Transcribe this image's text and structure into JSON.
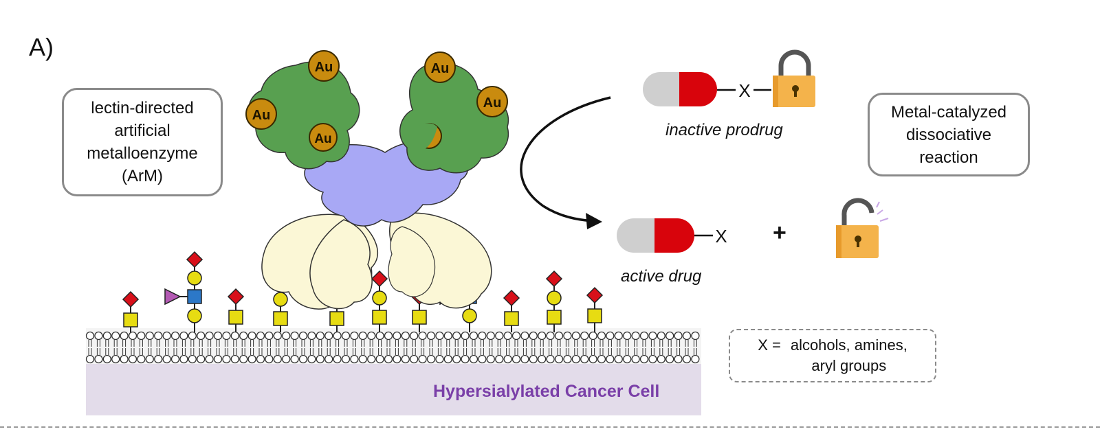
{
  "panel_label": "A)",
  "arm_box": {
    "line1": "lectin-directed",
    "line2": "artificial",
    "line3": "metalloenzyme",
    "line4": "(ArM)"
  },
  "reaction_box": {
    "line1": "Metal-catalyzed",
    "line2": "dissociative",
    "line3": "reaction"
  },
  "prodrug_label": "inactive prodrug",
  "drug_label": "active drug",
  "linker_symbol": "X",
  "plus_sign": "+",
  "x_definition": {
    "prefix": "X =",
    "line1": "alcohols, amines,",
    "line2": "aryl groups"
  },
  "cell_label": "Hypersialylated Cancer Cell",
  "metal_label": "Au",
  "colors": {
    "lectin_green": "#58a050",
    "core_lavender": "#a8a8f5",
    "tail_cream": "#fbf7d6",
    "gold": "#c98b0f",
    "pill_red": "#d8040c",
    "pill_grey": "#cfcfcf",
    "lock_orange": "#f4b34b",
    "cell_fill": "#e3dcea",
    "cell_text": "#7a3fa8",
    "sialic_red": "#d8101a",
    "galactose_yellow": "#e7dc12",
    "glcnac_blue": "#2c78c8",
    "fucose_purple": "#b45ab4"
  },
  "icons": [
    "gold-nanoparticle-icon",
    "pill-capsule-icon",
    "closed-padlock-icon",
    "open-padlock-icon",
    "glycan-chain-icon",
    "lipid-bilayer-icon"
  ]
}
